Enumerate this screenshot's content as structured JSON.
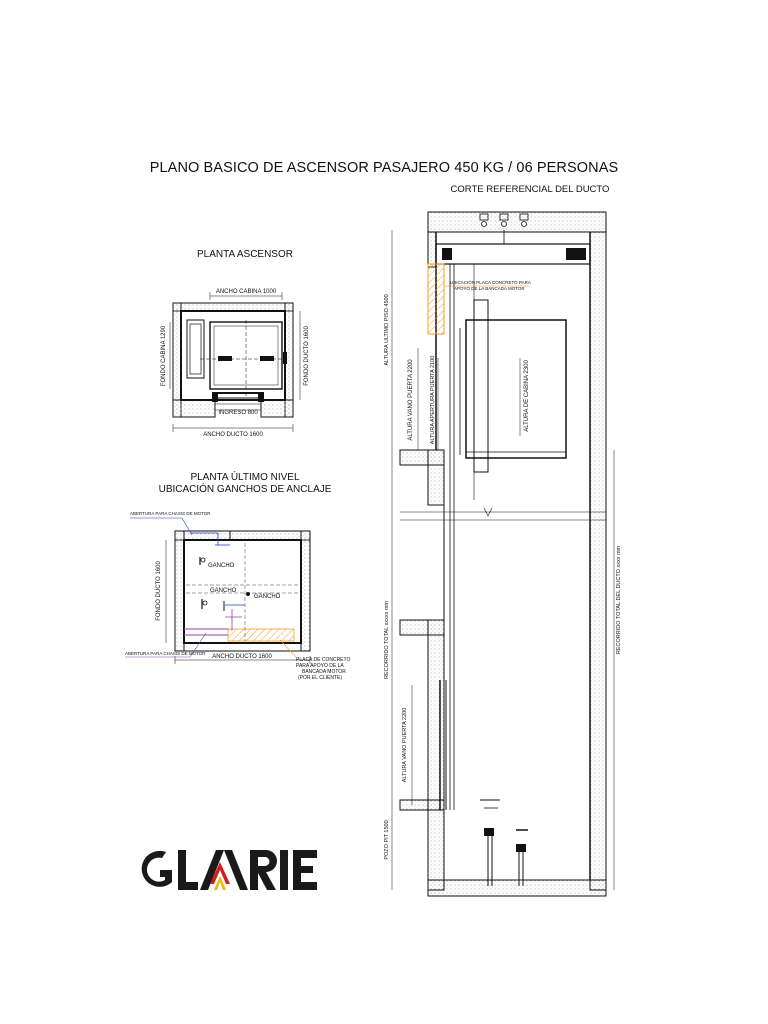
{
  "title": "PLANO BASICO DE ASCENSOR PASAJERO 450 KG / 06 PERSONAS",
  "section_view": "CORTE REFERENCIAL DEL DUCTO",
  "plan_elevator": {
    "heading": "PLANTA ASCENSOR",
    "ancho_cabina": "ANCHO CABINA 1000",
    "fondo_cabina": "FONDO CABINA 1290",
    "fondo_ducto": "FONDO DUCTO 1600",
    "ingreso": "INGRESO 800",
    "ancho_ducto": "ANCHO DUCTO 1600"
  },
  "plan_top": {
    "heading_1": "PLANTA ÚLTIMO NIVEL",
    "heading_2": "UBICACIÓN GANCHOS DE ANCLAJE",
    "abertura_top": "ABERTURA PARA CHASIS DE MOTOR",
    "abertura_bottom": "ABERTURA PARA CHASIS DE MOTOR",
    "gancho_1": "GANCHO",
    "gancho_2": "GANCHO",
    "gancho_3": "GANCHO",
    "fondo_ducto": "FONDO DUCTO 1600",
    "ancho_ducto": "ANCHO DUCTO 1600",
    "placa_1": "PLACA DE CONCRETO",
    "placa_2": "PARA APOYO DE LA",
    "placa_3": "BANCADA MOTOR",
    "placa_4": "(POR EL CLIENTE)"
  },
  "section": {
    "ubicacion_1": "UBICACIÓN PLACA CONCRETO PARA",
    "ubicacion_2": "APOYO DE LA BANCADA MOTOR",
    "altura_ultimo_piso": "ALTURA ULTIMO PISO 4500",
    "altura_vano_puerta_top": "ALTURA VANO PUERTA 2200",
    "altura_apertura_puerta": "ALTURA APERTURA PUERTA 2100",
    "altura_cabina": "ALTURA DE CABINA 2300",
    "recorrido_total_left": "RECORRIDO TOTAL xxxxx mm",
    "recorrido_total_right": "RECORRIDO TOTAL DEL DUCTO xxxx mm",
    "altura_vano_puerta_bottom": "ALTURA VANO PUERTA 2200",
    "pozo_pit": "POZO PIT 1500"
  },
  "brand": {
    "logo_text": "GLARIE",
    "colors": {
      "dark": "#1a1a1a",
      "red": "#d71920",
      "yellow": "#f2b705"
    }
  },
  "colors": {
    "ink": "#111111",
    "orange": "#f39c21",
    "purple": "#8e44ad",
    "blue": "#1f3fbf",
    "hatch": "#777777"
  }
}
